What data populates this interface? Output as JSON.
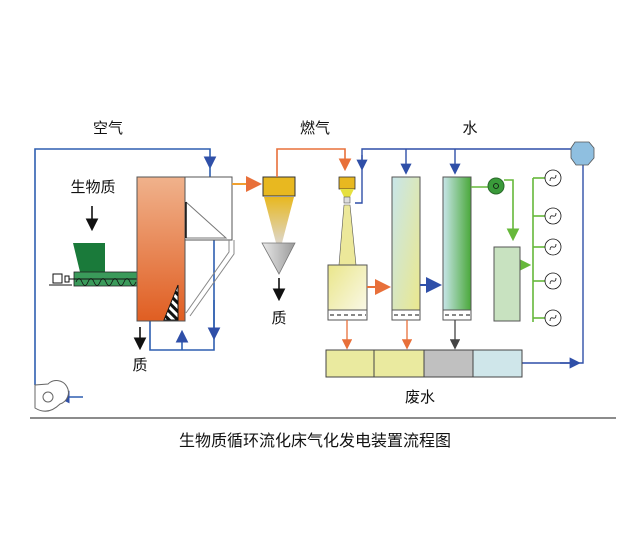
{
  "labels": {
    "air": "空气",
    "biomass": "生物质",
    "ash_reactor": "质",
    "ash_cyclone": "质",
    "fuel_gas": "燃气",
    "water": "水",
    "waste_water": "废水"
  },
  "caption": "生物质循环流化床气化发电装置流程图",
  "colors": {
    "air_line": "#2f5fb0",
    "gas_line": "#e8703a",
    "power_line": "#66b83a",
    "reactor": "#e0642a",
    "cyclone": "#e8b820",
    "tank_yellow": "#eaea9f",
    "tank_grey": "#c0c0c0",
    "tank_blue": "#cfe6ea"
  }
}
